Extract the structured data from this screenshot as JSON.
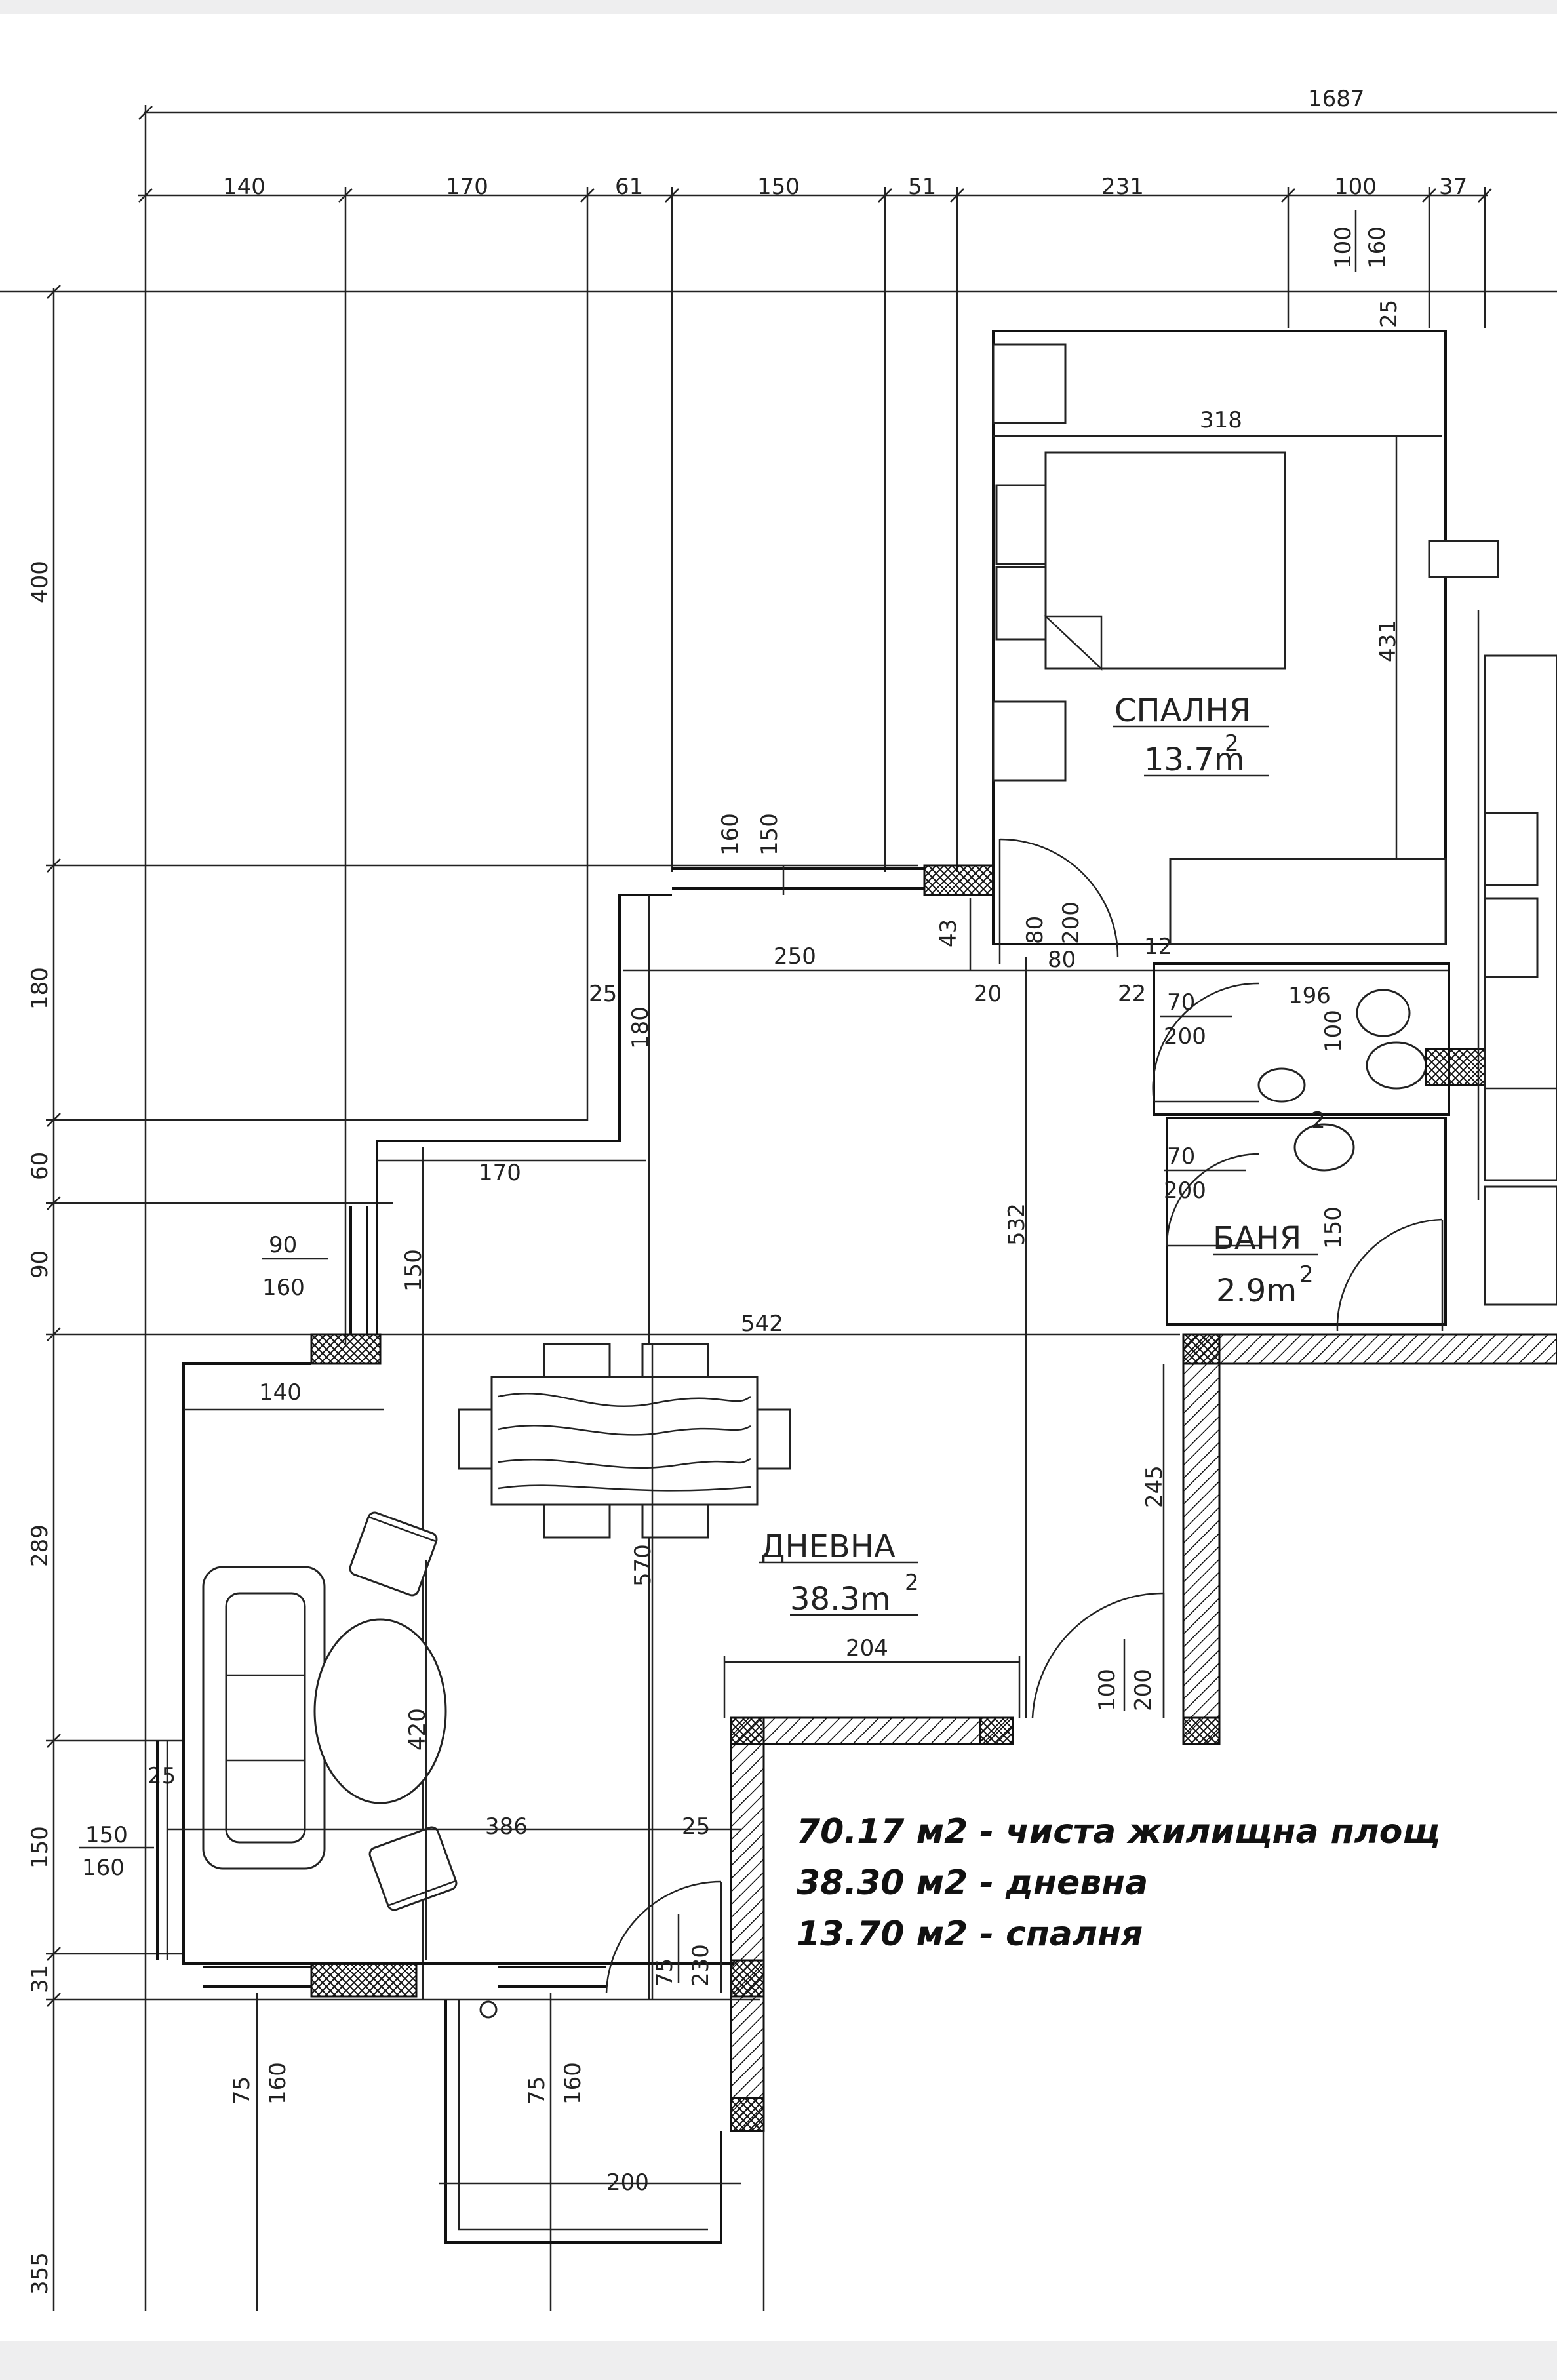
{
  "top_dimensions": {
    "overall": "1687",
    "segments": [
      "140",
      "170",
      "61",
      "150",
      "51",
      "231",
      "100",
      "37"
    ],
    "window_top_right": [
      "100",
      "160"
    ],
    "small_25": "25"
  },
  "left_dimensions": [
    "400",
    "180",
    "60",
    "90",
    "289",
    "150",
    "31",
    "355"
  ],
  "inner_dimensions": {
    "d318": "318",
    "d431": "431",
    "window_mid": [
      "150",
      "160"
    ],
    "d43": "43",
    "door_bed": [
      "80",
      "200"
    ],
    "d250": "250",
    "d25a": "25",
    "d180": "180",
    "d20": "20",
    "d80": "80",
    "d22": "22",
    "d12": "12",
    "door_bath1": [
      "70",
      "200"
    ],
    "d196": "196",
    "d100b": "100",
    "d2": "2",
    "door_bath2": [
      "70",
      "200"
    ],
    "d150b": "150",
    "d170": "170",
    "window_left": [
      "90",
      "160"
    ],
    "d150c": "150",
    "d542": "542",
    "d532": "532",
    "d140": "140",
    "d245": "245",
    "d570": "570",
    "d204": "204",
    "door_entry": [
      "100",
      "200"
    ],
    "d420": "420",
    "d386": "386",
    "d25b": "25",
    "d25c": "25",
    "window_left2": [
      "150",
      "160"
    ],
    "door_balcony": [
      "75",
      "230"
    ],
    "window_b1": [
      "75",
      "160"
    ],
    "window_b2": [
      "75",
      "160"
    ],
    "d200": "200"
  },
  "rooms": {
    "bedroom": {
      "name": "СПАЛНЯ",
      "area": "13.7m",
      "sup": "2"
    },
    "bathroom": {
      "name": "БАНЯ",
      "area": "2.9m",
      "sup": "2"
    },
    "living": {
      "name": "ДНЕВНА",
      "area": "38.3m",
      "sup": "2"
    }
  },
  "area_summary": [
    "70.17 м2 - чиста жилищна площ",
    "38.30 м2 - дневна",
    "13.70 м2 - спалня"
  ]
}
